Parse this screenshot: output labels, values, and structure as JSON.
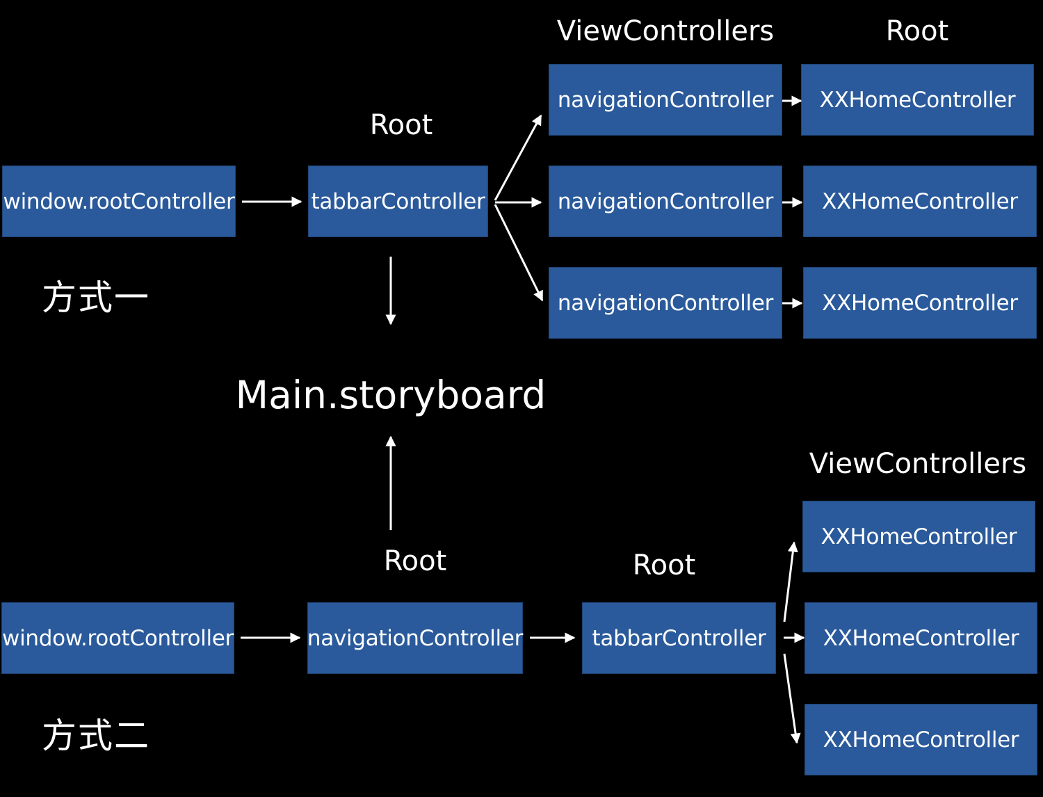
{
  "labels": {
    "viewcontrollers_top": "ViewControllers",
    "root_top": "Root",
    "root_tabbar_top": "Root",
    "storyboard": "Main.storyboard",
    "viewcontrollers_bottom": "ViewControllers",
    "root_nav_bottom": "Root",
    "root_tabbar_bottom": "Root"
  },
  "method_one": {
    "title": "方式一",
    "window_root": "window.rootController",
    "tabbar": "tabbarController",
    "navigation_controllers": [
      "navigationController",
      "navigationController",
      "navigationController"
    ],
    "home_controllers": [
      "XXHomeController",
      "XXHomeController",
      "XXHomeController"
    ]
  },
  "method_two": {
    "title": "方式二",
    "window_root": "window.rootController",
    "navigation": "navigationController",
    "tabbar": "tabbarController",
    "home_controllers": [
      "XXHomeController",
      "XXHomeController",
      "XXHomeController"
    ]
  },
  "colors": {
    "background": "#000000",
    "box": "#2a5a9b",
    "text": "#ffffff",
    "arrow": "#ffffff"
  }
}
